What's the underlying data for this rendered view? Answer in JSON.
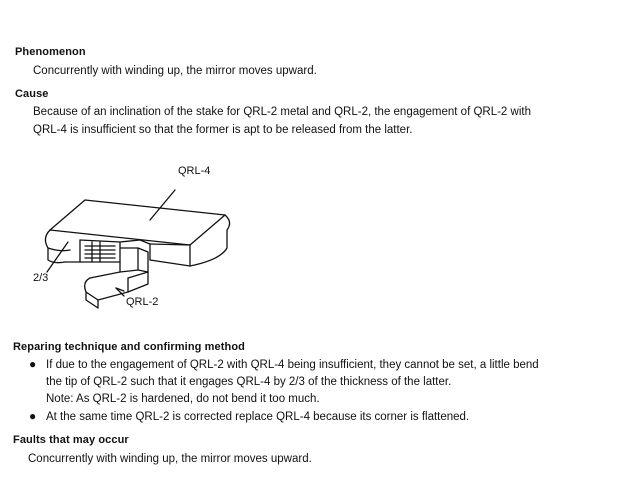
{
  "sections": {
    "phenomenon": {
      "heading": "Phenomenon",
      "text": "Concurrently with winding up, the mirror moves upward."
    },
    "cause": {
      "heading": "Cause",
      "line1": "Because of an inclination of the stake for QRL-2 metal and QRL-2, the engagement of QRL-2 with",
      "line2": "QRL-4 is insufficient so that the former is apt to be released from the latter."
    },
    "figure": {
      "label_top": "QRL-4",
      "label_left": "2/3",
      "label_bottom": "QRL-2"
    },
    "repair": {
      "heading": "Reparing technique and confirming method",
      "bullet1_line1": "If due to the engagement of QRL-2 with QRL-4 being insufficient, they cannot be set, a little bend",
      "bullet1_line2": "the tip of QRL-2 such that it engages QRL-4 by 2/3 of the thickness of the latter.",
      "note": "Note:  As QRL-2 is hardened, do not bend it too much.",
      "bullet2": "At the same time QRL-2 is corrected replace QRL-4 because its corner is flattened."
    },
    "faults": {
      "heading": "Faults that may occur",
      "text": "Concurrently with winding up, the mirror moves upward."
    }
  }
}
